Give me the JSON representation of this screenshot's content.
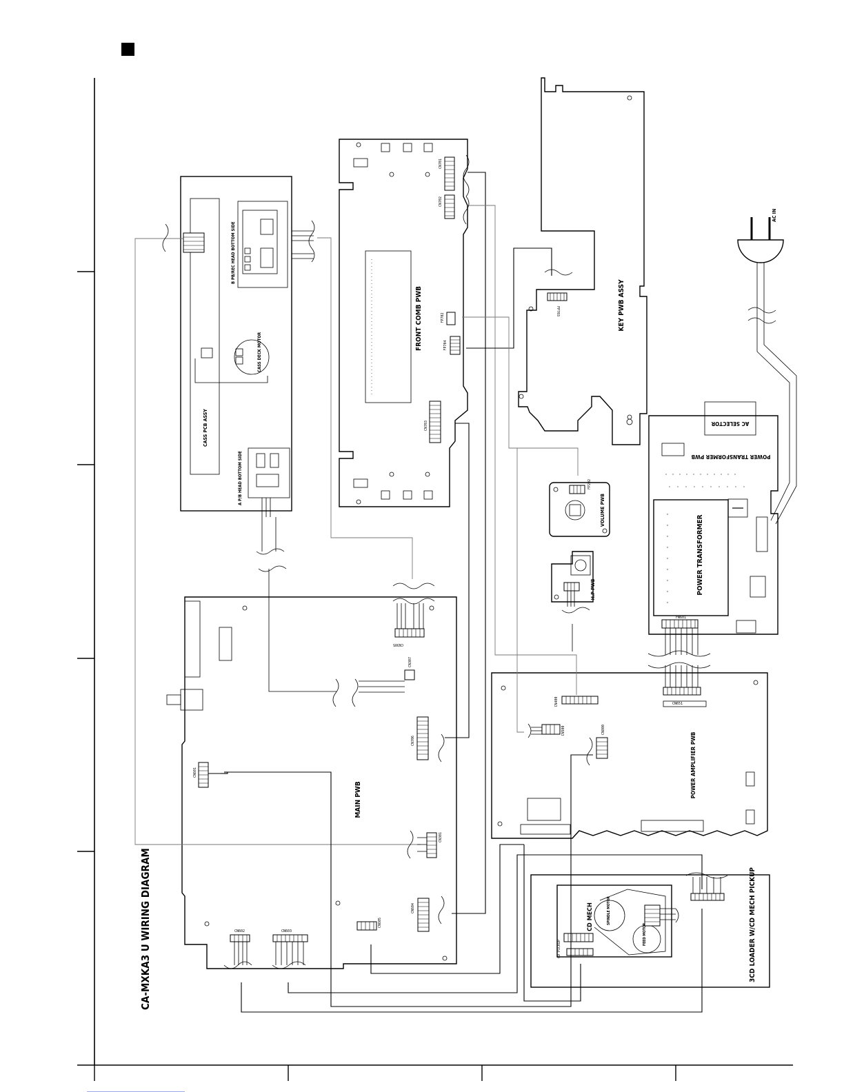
{
  "diagram": {
    "title": "CA-MXKA3 U WIRING DIAGRAM",
    "boards": {
      "front_comb": "FRONT COMB PWB",
      "key": "KEY PWB ASSY",
      "power_transformer_pwb": "POWER TRANSFORMER PWB",
      "ac_selector": "AC SELECTOR",
      "power_transformer": "POWER TRANSFORMER",
      "volume": "VOLUME PWB",
      "hp": "H.P PWB",
      "cass": "CASS PCB ASSY",
      "bpr_head": "B PB/REC HEAD BOTTOM SIDE",
      "apb_head": "A P/B HEAD BOTTOM SIDE",
      "cass_motor": "CASS DECK MOTOR",
      "main": "MAIN PWB",
      "power_amp": "POWER AMPLIFIER PWB",
      "cd_mech": "CD MECH",
      "cd_loader": "3CD LOADER W/CD MECH PICKUP",
      "spindle_motor": "SPINDLE MOTOR",
      "feed_motor": "FEED MOTOR",
      "cd_pickup": "CD PICKUP",
      "ac_in": "AC IN"
    },
    "connectors": {
      "cn701": "CN701",
      "cn702": "CN702",
      "fp702": "FP702",
      "fp704": "FP704",
      "fp703": "FP703",
      "cn703": "CN703",
      "fp202": "FP202",
      "fw601": "FW601",
      "cn305": "CN305",
      "cn307": "CN307",
      "cn706": "CN706",
      "cn601": "CN601",
      "cn301": "CN301",
      "cn604": "CN604",
      "cn602": "CN602",
      "cn603": "CN603",
      "cn605": "CN605",
      "cn400": "CN400",
      "cn651": "CN651",
      "cn500": "CN500",
      "cn800": "CN800"
    }
  }
}
